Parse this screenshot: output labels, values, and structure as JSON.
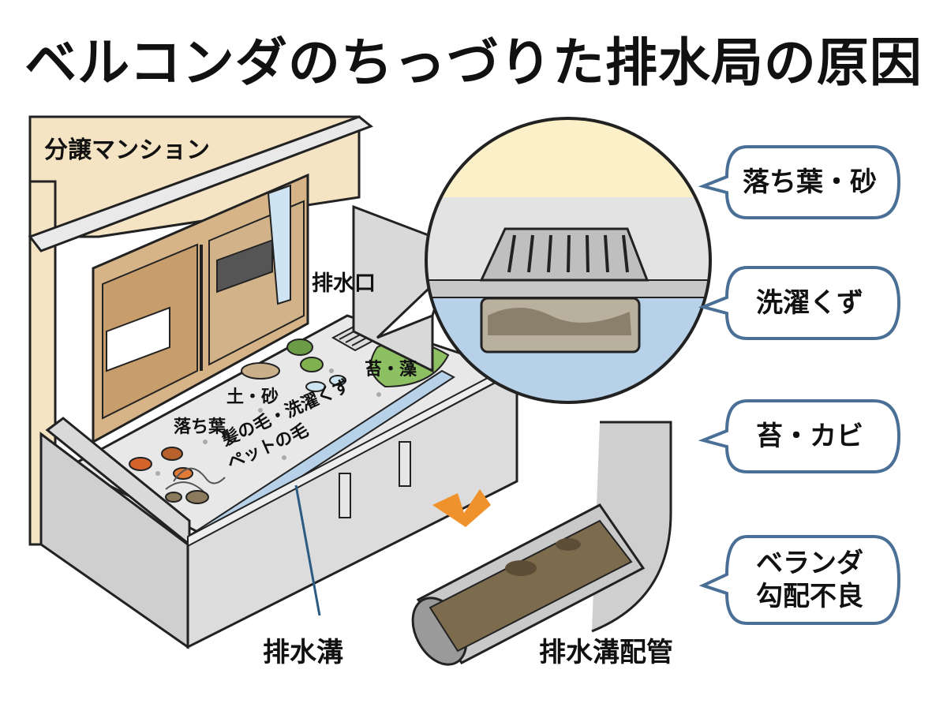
{
  "title": "ベルコンダのちっづりた排水局の原因",
  "building_label": "分譲マンション",
  "labels": {
    "drain_outlet": "排水口",
    "moss_algae": "苔・藻",
    "soil_sand": "土・砂",
    "hair_lint": "髪の毛・洗濯くず",
    "fallen_leaves": "落ち葉",
    "pet_hair": "ペットの毛",
    "drain_gutter": "排水溝",
    "drain_pipe": "排水溝配管"
  },
  "causes": [
    {
      "text": "落ち葉・砂"
    },
    {
      "text": "洗濯くず"
    },
    {
      "text": "苔・カビ"
    },
    {
      "text": "ベランダ\n勾配不良"
    }
  ],
  "colors": {
    "bubble_border": "#4a6f96",
    "gutter_water": "#b7d2e8",
    "arrow": "#f0922c",
    "wall": "#f2e2c2",
    "railing": "#d7d7d7"
  }
}
